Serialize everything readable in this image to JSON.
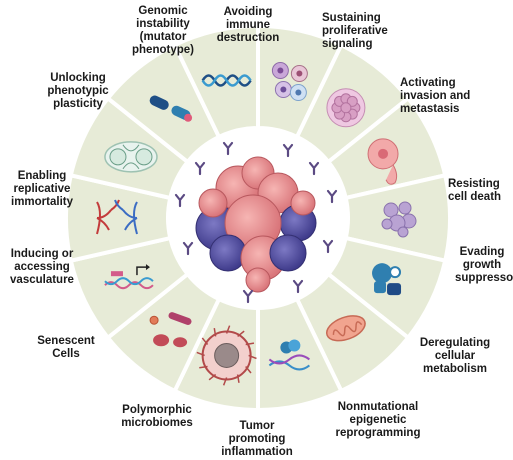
{
  "diagram": {
    "center": "Tumor cell cluster",
    "colors": {
      "segment_fill": "#e7ebd7",
      "segment_stroke": "#ffffff",
      "center_fill": "#ffffff",
      "tumor_pink": "#e98e8f",
      "tumor_purple": "#5c58a8"
    },
    "hallmarks": [
      {
        "label": "Avoiding\nimmune\ndestruction",
        "icon": "immune-cells-icon"
      },
      {
        "label": "Sustaining\nproliferative\nsignaling",
        "icon": "proliferating-cell-icon"
      },
      {
        "label": "Activating\ninvasion and\nmetastasis",
        "icon": "metastasis-cell-icon"
      },
      {
        "label": "Resisting\ncell death",
        "icon": "apoptotic-cell-icon"
      },
      {
        "label": "Evading\ngrowth\nsuppressors",
        "icon": "suppressor-protein-icon"
      },
      {
        "label": "Deregulating\ncellular\nmetabolism",
        "icon": "mitochondrion-icon"
      },
      {
        "label": "Nonmutational\nepigenetic\nreprogramming",
        "icon": "dna-methylation-icon"
      },
      {
        "label": "Tumor\npromoting\ninflammation",
        "icon": "inflamed-cell-icon"
      },
      {
        "label": "Polymorphic\nmicrobiomes",
        "icon": "microbes-icon"
      },
      {
        "label": "Senescent\nCells",
        "icon": "senescence-gene-icon"
      },
      {
        "label": "Inducing or\naccessing\nvasculature",
        "icon": "blood-vessels-icon"
      },
      {
        "label": "Enabling\nreplicative\nimmortality",
        "icon": "dividing-cell-icon"
      },
      {
        "label": "Unlocking\nphenotypic\nplasticity",
        "icon": "chromosome-icon"
      },
      {
        "label": "Genomic\ninstability\n(mutator\nphenotype)",
        "icon": "dna-helix-icon"
      }
    ]
  }
}
